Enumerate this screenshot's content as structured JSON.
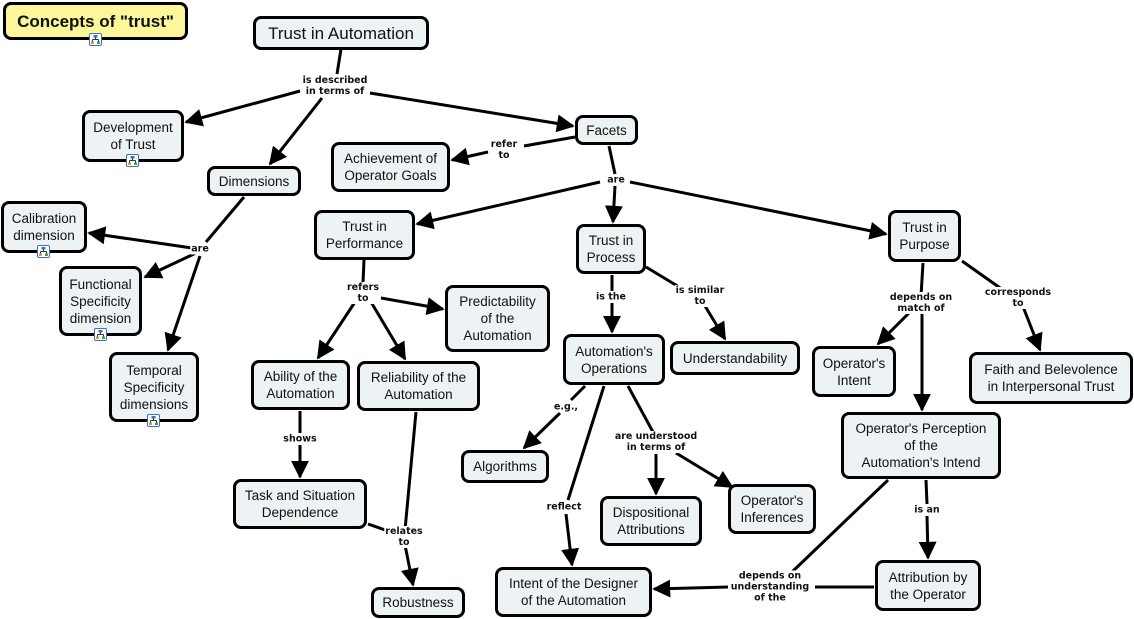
{
  "title": "Concepts of \"trust\"",
  "colors": {
    "title_fill": "#fbf79a",
    "node_fill": "#edf2f5",
    "border": "#000000",
    "submap_icon": "#3a6fc4"
  },
  "nodes": [
    {
      "id": "concepts-of-trust",
      "label": "Concepts of \"trust\"",
      "has_submap_icon": true
    },
    {
      "id": "trust-in-automation",
      "label": "Trust in Automation",
      "has_submap_icon": false
    },
    {
      "id": "development-of-trust",
      "label": "Development\nof Trust",
      "has_submap_icon": true
    },
    {
      "id": "dimensions",
      "label": "Dimensions",
      "has_submap_icon": false
    },
    {
      "id": "facets",
      "label": "Facets",
      "has_submap_icon": false
    },
    {
      "id": "achievement-of-operator-goals",
      "label": "Achievement of\nOperator Goals",
      "has_submap_icon": false
    },
    {
      "id": "calibration-dimension",
      "label": "Calibration\ndimension",
      "has_submap_icon": true
    },
    {
      "id": "functional-specificity-dimension",
      "label": "Functional\nSpecificity\ndimension",
      "has_submap_icon": true
    },
    {
      "id": "temporal-specificity-dimensions",
      "label": "Temporal\nSpecificity\ndimensions",
      "has_submap_icon": true
    },
    {
      "id": "trust-in-performance",
      "label": "Trust in\nPerformance",
      "has_submap_icon": false
    },
    {
      "id": "trust-in-process",
      "label": "Trust in\nProcess",
      "has_submap_icon": false
    },
    {
      "id": "trust-in-purpose",
      "label": "Trust in\nPurpose",
      "has_submap_icon": false
    },
    {
      "id": "predictability-of-the-automation",
      "label": "Predictability\nof the\nAutomation",
      "has_submap_icon": false
    },
    {
      "id": "ability-of-the-automation",
      "label": "Ability of the\nAutomation",
      "has_submap_icon": false
    },
    {
      "id": "reliability-of-the-automation",
      "label": "Reliability of the\nAutomation",
      "has_submap_icon": false
    },
    {
      "id": "automations-operations",
      "label": "Automation's\nOperations",
      "has_submap_icon": false
    },
    {
      "id": "understandability",
      "label": "Understandability",
      "has_submap_icon": false
    },
    {
      "id": "operators-intent",
      "label": "Operator's\nIntent",
      "has_submap_icon": false
    },
    {
      "id": "faith-and-belevolence",
      "label": "Faith and Belevolence\nin Interpersonal Trust",
      "has_submap_icon": false
    },
    {
      "id": "task-and-situation-dependence",
      "label": "Task and Situation\nDependence",
      "has_submap_icon": false
    },
    {
      "id": "algorithms",
      "label": "Algorithms",
      "has_submap_icon": false
    },
    {
      "id": "dispositional-attributions",
      "label": "Dispositional\nAttributions",
      "has_submap_icon": false
    },
    {
      "id": "operators-inferences",
      "label": "Operator's\nInferences",
      "has_submap_icon": false
    },
    {
      "id": "operators-perception",
      "label": "Operator's Perception\nof the\nAutomation's Intend",
      "has_submap_icon": false
    },
    {
      "id": "robustness",
      "label": "Robustness",
      "has_submap_icon": false
    },
    {
      "id": "intent-of-the-designer",
      "label": "Intent of the Designer\nof the Automation",
      "has_submap_icon": false
    },
    {
      "id": "attribution-by-the-operator",
      "label": "Attribution by\nthe Operator",
      "has_submap_icon": false
    }
  ],
  "links": [
    {
      "id": "is-described-in-terms-of",
      "label": "is described\nin terms of",
      "from": [
        "trust-in-automation"
      ],
      "to": [
        "development-of-trust",
        "dimensions",
        "facets"
      ]
    },
    {
      "id": "refer-to",
      "label": "refer\nto",
      "from": [
        "facets"
      ],
      "to": [
        "achievement-of-operator-goals"
      ]
    },
    {
      "id": "are-dimensions",
      "label": "are",
      "from": [
        "dimensions"
      ],
      "to": [
        "calibration-dimension",
        "functional-specificity-dimension",
        "temporal-specificity-dimensions"
      ]
    },
    {
      "id": "are-facets",
      "label": "are",
      "from": [
        "facets"
      ],
      "to": [
        "trust-in-performance",
        "trust-in-process",
        "trust-in-purpose"
      ]
    },
    {
      "id": "refers-to",
      "label": "refers\nto",
      "from": [
        "trust-in-performance"
      ],
      "to": [
        "predictability-of-the-automation",
        "ability-of-the-automation",
        "reliability-of-the-automation"
      ]
    },
    {
      "id": "is-the",
      "label": "is the",
      "from": [
        "trust-in-process"
      ],
      "to": [
        "automations-operations"
      ]
    },
    {
      "id": "is-similar-to",
      "label": "is similar\nto",
      "from": [
        "trust-in-process"
      ],
      "to": [
        "understandability"
      ]
    },
    {
      "id": "depends-on-match-of",
      "label": "depends on\nmatch of",
      "from": [
        "trust-in-purpose"
      ],
      "to": [
        "operators-intent",
        "operators-perception"
      ]
    },
    {
      "id": "corresponds-to",
      "label": "corresponds\nto",
      "from": [
        "trust-in-purpose"
      ],
      "to": [
        "faith-and-belevolence"
      ]
    },
    {
      "id": "shows",
      "label": "shows",
      "from": [
        "ability-of-the-automation"
      ],
      "to": [
        "task-and-situation-dependence"
      ]
    },
    {
      "id": "relates-to",
      "label": "relates\nto",
      "from": [
        "reliability-of-the-automation",
        "task-and-situation-dependence"
      ],
      "to": [
        "robustness"
      ]
    },
    {
      "id": "e-g",
      "label": "e.g.,",
      "from": [
        "automations-operations"
      ],
      "to": [
        "algorithms"
      ]
    },
    {
      "id": "are-understood-in-terms-of",
      "label": "are understood\nin terms of",
      "from": [
        "automations-operations"
      ],
      "to": [
        "dispositional-attributions",
        "operators-inferences"
      ]
    },
    {
      "id": "reflect",
      "label": "reflect",
      "from": [
        "automations-operations"
      ],
      "to": [
        "intent-of-the-designer"
      ]
    },
    {
      "id": "is-an",
      "label": "is an",
      "from": [
        "operators-perception"
      ],
      "to": [
        "attribution-by-the-operator"
      ]
    },
    {
      "id": "depends-on-understanding-of-the",
      "label": "depends on\nunderstanding\nof the",
      "from": [
        "operators-perception",
        "attribution-by-the-operator"
      ],
      "to": [
        "intent-of-the-designer"
      ]
    }
  ]
}
